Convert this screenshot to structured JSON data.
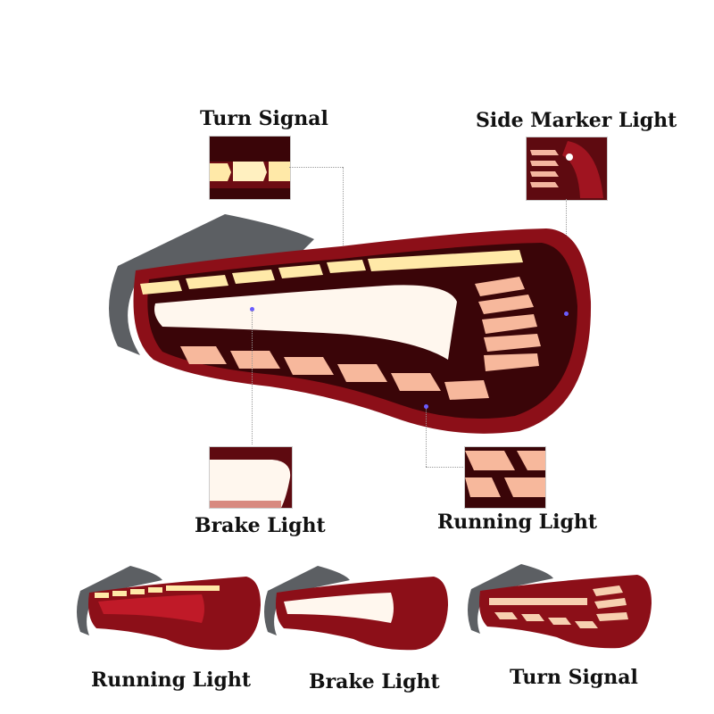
{
  "labels": {
    "turn_signal_top": "Turn Signal",
    "side_marker": "Side Marker Light",
    "brake_mid": "Brake Light",
    "running_mid": "Running Light",
    "running_bottom": "Running Light",
    "brake_bottom": "Brake Light",
    "turn_bottom": "Turn Signal"
  },
  "colors": {
    "lens_red": "#8c0f18",
    "dark_red": "#3a0508",
    "glow_white": "#fff7ee",
    "glow_amber": "#ffe9a8",
    "housing_gray": "#5c5f63"
  }
}
